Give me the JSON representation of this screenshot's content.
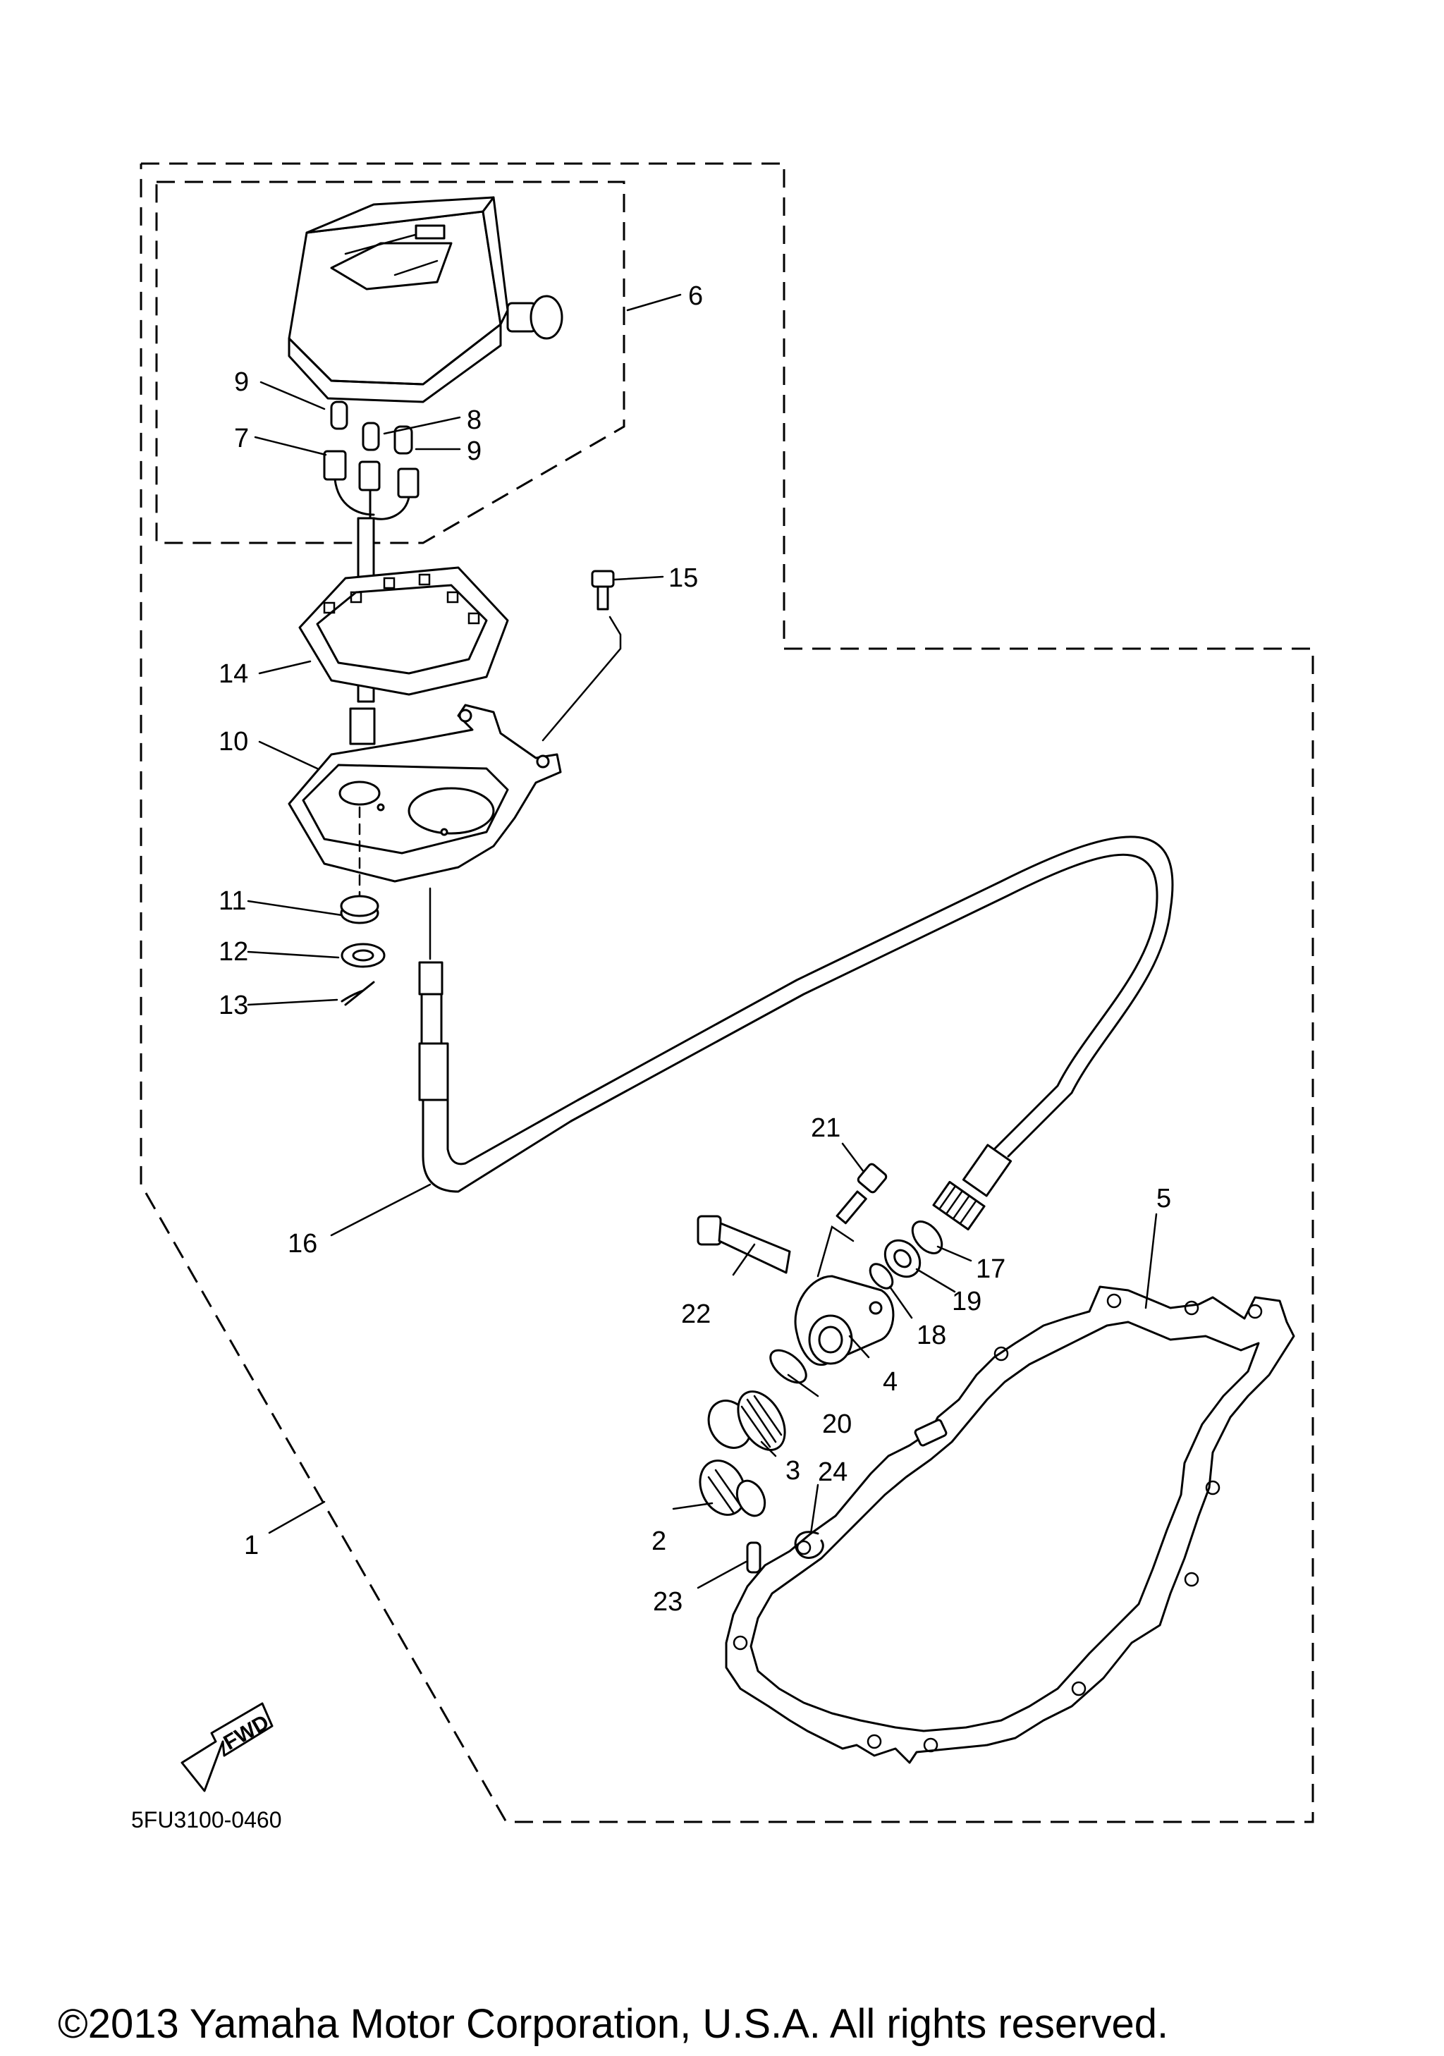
{
  "callouts": {
    "c1": "1",
    "c2": "2",
    "c3": "3",
    "c4": "4",
    "c5": "5",
    "c6": "6",
    "c7": "7",
    "c8": "8",
    "c9a": "9",
    "c9b": "9",
    "c10": "10",
    "c11": "11",
    "c12": "12",
    "c13": "13",
    "c14": "14",
    "c15": "15",
    "c16": "16",
    "c17": "17",
    "c18": "18",
    "c19": "19",
    "c20": "20",
    "c21": "21",
    "c22": "22",
    "c23": "23",
    "c24": "24"
  },
  "fwd_label": "FWD",
  "diagram_code": "5FU3100-0460",
  "copyright": "©2013 Yamaha Motor Corporation, U.S.A. All rights reserved."
}
